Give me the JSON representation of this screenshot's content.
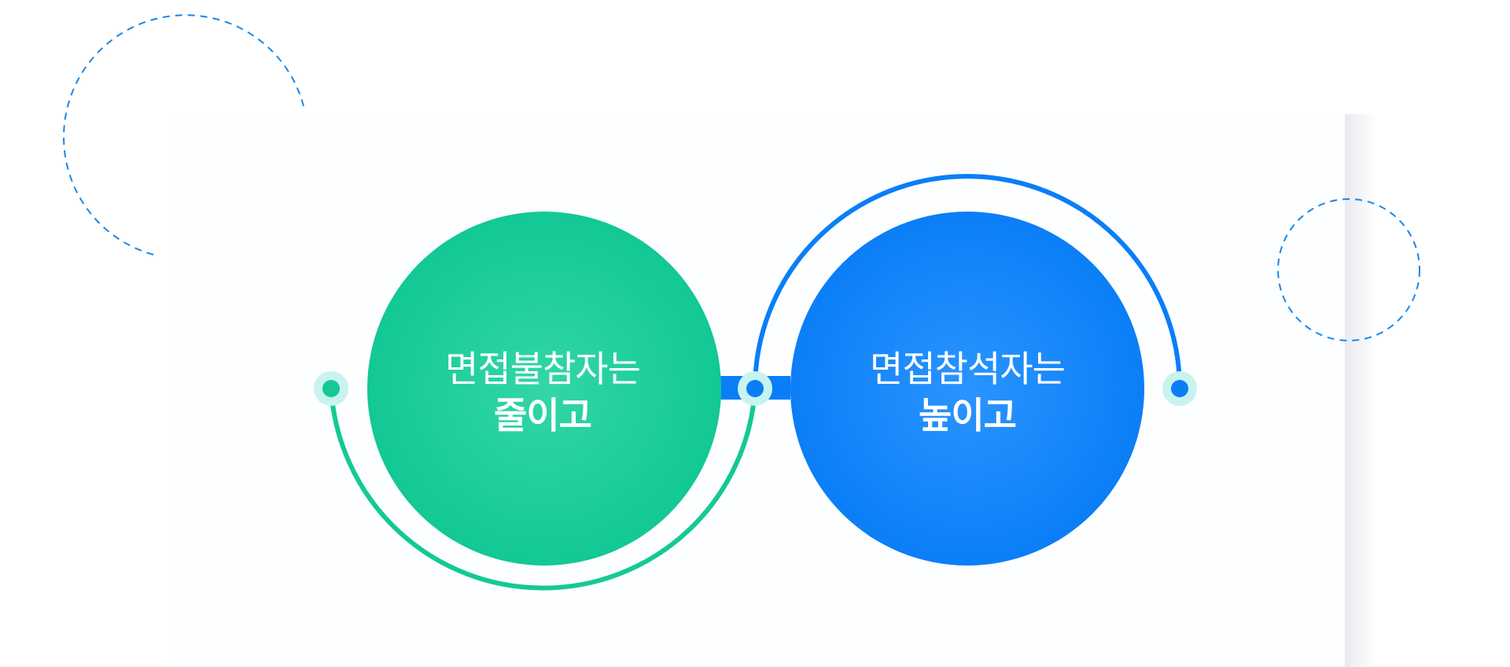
{
  "colors": {
    "green": "#14c994",
    "green_light": "#2fd4a4",
    "blue": "#0a7ef7",
    "blue_light": "#2a94ff",
    "dot_halo": "#c8f3f0",
    "dashed": "#1a86e8",
    "background": "#ffffff"
  },
  "left_circle": {
    "line1": "면접불참자는",
    "line2": "줄이고"
  },
  "right_circle": {
    "line1": "면접참석자는",
    "line2": "높이고"
  }
}
